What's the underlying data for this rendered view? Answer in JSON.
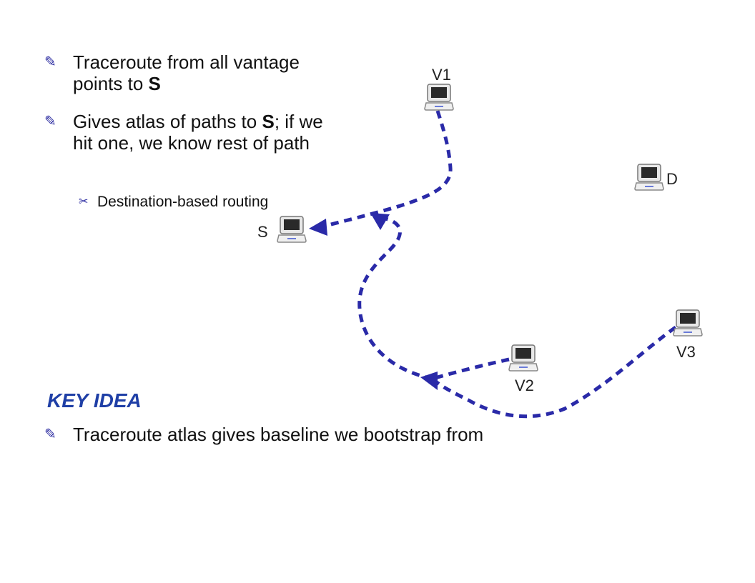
{
  "bullets": [
    {
      "pre": "Traceroute from all vantage points to ",
      "bold": "S",
      "post": ""
    },
    {
      "pre": "Gives atlas of paths to ",
      "bold": "S",
      "post": "; if we hit one, we know rest of path"
    }
  ],
  "sub_bullet": "Destination-based routing",
  "key_heading": "KEY IDEA",
  "key_bullet": "Traceroute atlas gives baseline we bootstrap from",
  "nodes": {
    "v1": "V1",
    "d": "D",
    "s": "S",
    "v2": "V2",
    "v3": "V3"
  },
  "colors": {
    "path": "#2a2aa8",
    "key_heading": "#1f3fa6",
    "bullet_mark": "#2a2aa0"
  }
}
